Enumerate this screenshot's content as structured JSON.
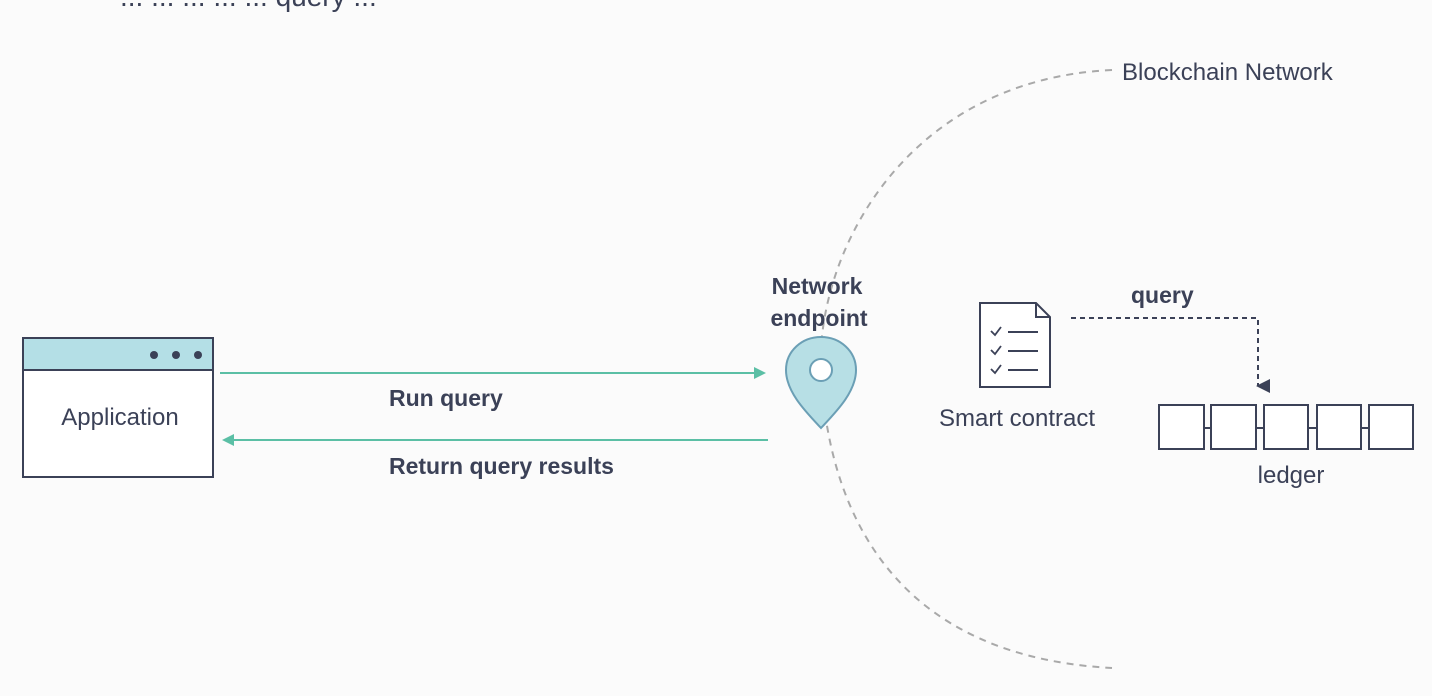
{
  "header_text": "... ... ... ... ... query ...",
  "network": {
    "label": "Blockchain Network"
  },
  "application": {
    "label": "Application"
  },
  "arrows": {
    "run_query": "Run query",
    "return_results": "Return query results"
  },
  "endpoint": {
    "label_line1": "Network",
    "label_line2": "endpoint"
  },
  "contract": {
    "label": "Smart contract"
  },
  "query": {
    "label": "query"
  },
  "ledger": {
    "label": "ledger",
    "block_count": 5
  },
  "colors": {
    "teal": "#5bbfa5",
    "pin_fill": "#b7dfe5",
    "pin_stroke": "#6b9fb5",
    "text": "#3b4157",
    "dashed_arc": "#a9a9a9",
    "header_bar": "#b4dfe6",
    "box_stroke": "#3b4157"
  },
  "icons": {
    "window_dots": "ellipsis-icon",
    "endpoint": "map-pin-icon",
    "contract": "document-checklist-icon"
  }
}
